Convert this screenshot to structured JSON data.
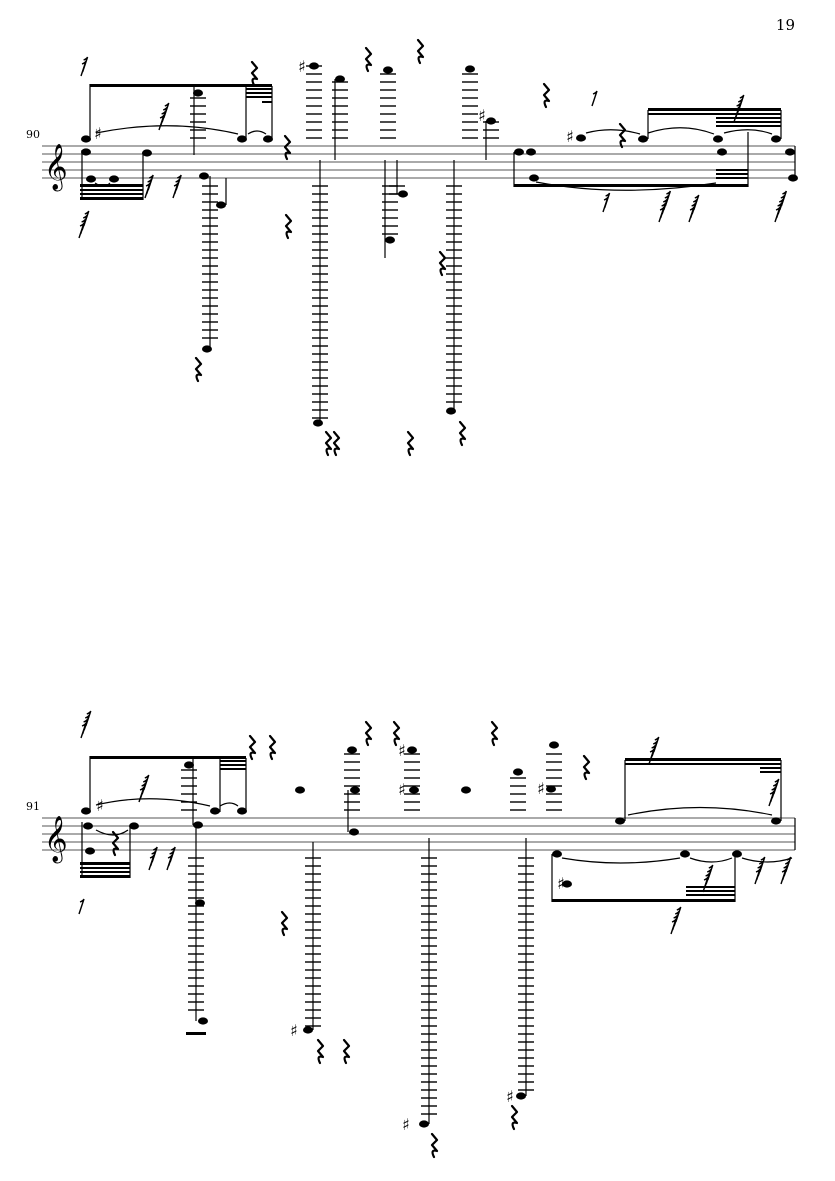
{
  "page": {
    "number": "19"
  },
  "systems": [
    {
      "id": "system-1",
      "measure_number": "90",
      "clef": "treble"
    },
    {
      "id": "system-2",
      "measure_number": "91",
      "clef": "treble"
    }
  ]
}
